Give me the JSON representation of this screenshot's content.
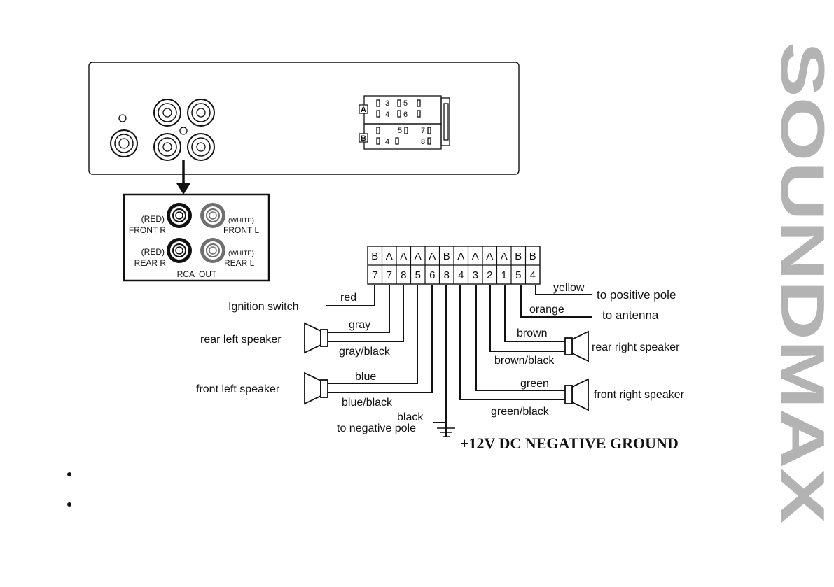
{
  "brand": "SOUNDMAX",
  "colors": {
    "ink": "#111111",
    "brand_gray": "#b3b3b3"
  },
  "head_unit": {
    "socket_a_label": "A",
    "socket_b_label": "B",
    "socket_a_row1": [
      "3",
      "5"
    ],
    "socket_a_row2": [
      "4",
      "6"
    ],
    "socket_b_row1": [
      "5",
      "7"
    ],
    "socket_b_row2": [
      "4",
      "8"
    ]
  },
  "rca": {
    "front_r_color": "(RED)",
    "front_r": "FRONT R",
    "front_l_color": "(WHITE)",
    "front_l": "FRONT L",
    "rear_r_color": "(RED)",
    "rear_r": "REAR R",
    "rear_l_color": "(WHITE)",
    "rear_l": "REAR L",
    "caption": "RCA  OUT"
  },
  "connector": {
    "top_row": [
      "B",
      "A",
      "A",
      "A",
      "A",
      "B",
      "A",
      "A",
      "A",
      "A",
      "B",
      "B"
    ],
    "bottom_row": [
      "7",
      "7",
      "8",
      "5",
      "6",
      "8",
      "4",
      "3",
      "2",
      "1",
      "5",
      "4"
    ]
  },
  "wires": {
    "red": "red",
    "ignition": "Ignition switch",
    "gray": "gray",
    "gray_black": "gray/black",
    "rear_left": "rear left speaker",
    "blue": "blue",
    "blue_black": "blue/black",
    "front_left": "front left speaker",
    "black": "black",
    "negative_pole": "to negative pole",
    "yellow": "yellow",
    "positive_pole": "to positive pole",
    "orange": "orange",
    "antenna": "to antenna",
    "brown": "brown",
    "brown_black": "brown/black",
    "rear_right": "rear right speaker",
    "green": "green",
    "green_black": "green/black",
    "front_right": "front right speaker"
  },
  "footer": "+12V DC NEGATIVE GROUND"
}
